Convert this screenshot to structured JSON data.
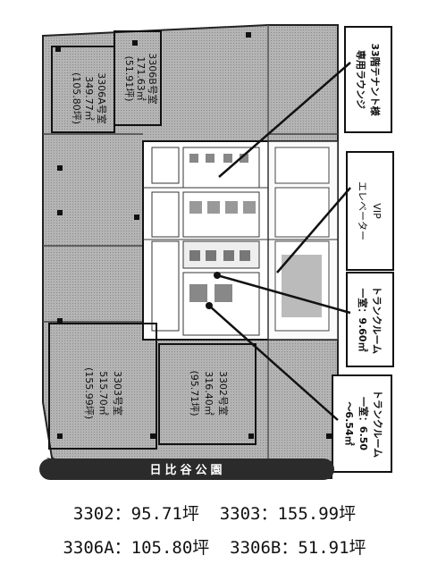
{
  "rooms": {
    "r3306a": {
      "l1": "3306A号室",
      "l2": "349.77㎡",
      "l3": "(105.80坪)"
    },
    "r3306b": {
      "l1": "3306B号室",
      "l2": "171.63㎡",
      "l3": "(51.91坪)"
    },
    "r3303": {
      "l1": "3303号室",
      "l2": "515.70㎡",
      "l3": "(155.99坪)"
    },
    "r3302": {
      "l1": "3302号室",
      "l2": "316.40㎡",
      "l3": "(95.71坪)"
    }
  },
  "labels": {
    "lounge_l1": "33階テナント様",
    "lounge_l2": "専用ラウンジ",
    "vip_l1": "VIP",
    "vip_l2": "エレベーター",
    "trunk1_l1": "トランクルーム",
    "trunk1_l2": "一室：9.60㎡",
    "trunk2_l1": "トランクルーム",
    "trunk2_l2": "一室：6.50",
    "trunk2_l3": "～6.54㎡",
    "park": "日比谷公園"
  },
  "summary": {
    "line1": "3302：95.71坪  3303：155.99坪",
    "line2": "3306A：105.80坪  3306B：51.91坪"
  }
}
